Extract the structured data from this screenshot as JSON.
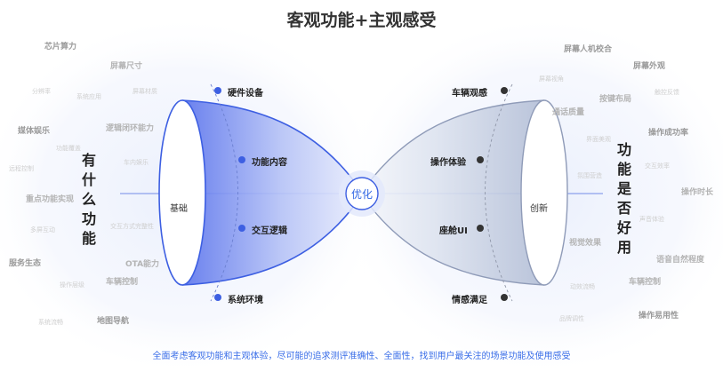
{
  "title": "客观功能+主观感受",
  "caption": "全面考虑客观功能和主观体验，尽可能的追求测评准确性、全面性，找到用户最关注的场景功能及使用感受",
  "center_label": "优化",
  "left_base": "基础",
  "right_base": "创新",
  "left_vertical": [
    "有",
    "什",
    "么",
    "功",
    "能"
  ],
  "right_vertical": [
    "功",
    "能",
    "是",
    "否",
    "好",
    "用"
  ],
  "left_points": [
    "硬件设备",
    "功能内容",
    "交互逻辑",
    "系统环境"
  ],
  "right_points": [
    "车辆观感",
    "操作体验",
    "座舱UI",
    "情感满足"
  ],
  "left_tags": [
    {
      "text": "芯片算力",
      "lv": 1
    },
    {
      "text": "屏幕尺寸",
      "lv": 2
    },
    {
      "text": "分辨率",
      "lv": 3
    },
    {
      "text": "系统应用",
      "lv": 3
    },
    {
      "text": "屏幕材质",
      "lv": 3
    },
    {
      "text": "媒体娱乐",
      "lv": 1
    },
    {
      "text": "逻辑闭环能力",
      "lv": 2
    },
    {
      "text": "功能覆盖",
      "lv": 3
    },
    {
      "text": "远程控制",
      "lv": 3
    },
    {
      "text": "车内娱乐",
      "lv": 3
    },
    {
      "text": "重点功能实现",
      "lv": 2
    },
    {
      "text": "多屏互动",
      "lv": 3
    },
    {
      "text": "交互方式完整性",
      "lv": 3
    },
    {
      "text": "服务生态",
      "lv": 1
    },
    {
      "text": "OTA能力",
      "lv": 2
    },
    {
      "text": "操作层级",
      "lv": 3
    },
    {
      "text": "车辆控制",
      "lv": 2
    },
    {
      "text": "系统流畅",
      "lv": 3
    },
    {
      "text": "地图导航",
      "lv": 1
    }
  ],
  "right_tags": [
    {
      "text": "屏幕人机校合",
      "lv": 1
    },
    {
      "text": "屏幕外观",
      "lv": 1
    },
    {
      "text": "屏幕视角",
      "lv": 3
    },
    {
      "text": "按键布局",
      "lv": 2
    },
    {
      "text": "触控反馈",
      "lv": 3
    },
    {
      "text": "通话质量",
      "lv": 2
    },
    {
      "text": "操作成功率",
      "lv": 1
    },
    {
      "text": "界面美观",
      "lv": 3
    },
    {
      "text": "交互效率",
      "lv": 3
    },
    {
      "text": "氛围营造",
      "lv": 3
    },
    {
      "text": "操作时长",
      "lv": 2
    },
    {
      "text": "声音体验",
      "lv": 3
    },
    {
      "text": "视觉效果",
      "lv": 2
    },
    {
      "text": "语音自然程度",
      "lv": 2
    },
    {
      "text": "动效流畅",
      "lv": 3
    },
    {
      "text": "车辆控制",
      "lv": 2
    },
    {
      "text": "品牌调性",
      "lv": 3
    },
    {
      "text": "操作易用性",
      "lv": 1
    }
  ]
}
